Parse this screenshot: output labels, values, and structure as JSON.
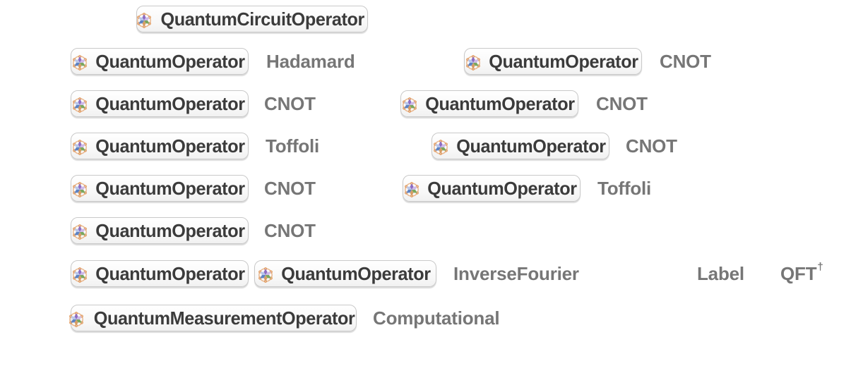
{
  "app": {
    "kind": "Wolfram Mathematica notebook code cell",
    "background": "#ffffff"
  },
  "colors": {
    "token_background": "#f7f7f7",
    "token_border": "#c9c9c9",
    "token_text": "#3b3b3b",
    "string_text": "#767676",
    "icon_ring": "#e6a876",
    "icon_petals": [
      "#8d6cc3",
      "#cdb9e8",
      "#79a75e",
      "#d69c63",
      "#5d83c4",
      "#b7c5ea"
    ]
  },
  "icons": {
    "paclet_badge": "quantum-paclet-icon"
  },
  "code": {
    "lines": [
      {
        "tokens": [
          {
            "kind": "head",
            "label": "QuantumCircuitOperator"
          }
        ]
      },
      {
        "tokens": [
          {
            "kind": "head",
            "label": "QuantumOperator"
          },
          {
            "kind": "string",
            "label": "Hadamard"
          },
          {
            "kind": "head",
            "label": "QuantumOperator"
          },
          {
            "kind": "string",
            "label": "CNOT"
          }
        ]
      },
      {
        "tokens": [
          {
            "kind": "head",
            "label": "QuantumOperator"
          },
          {
            "kind": "string",
            "label": "CNOT"
          },
          {
            "kind": "head",
            "label": "QuantumOperator"
          },
          {
            "kind": "string",
            "label": "CNOT"
          }
        ]
      },
      {
        "tokens": [
          {
            "kind": "head",
            "label": "QuantumOperator"
          },
          {
            "kind": "string",
            "label": "Toffoli"
          },
          {
            "kind": "head",
            "label": "QuantumOperator"
          },
          {
            "kind": "string",
            "label": "CNOT"
          }
        ]
      },
      {
        "tokens": [
          {
            "kind": "head",
            "label": "QuantumOperator"
          },
          {
            "kind": "string",
            "label": "CNOT"
          },
          {
            "kind": "head",
            "label": "QuantumOperator"
          },
          {
            "kind": "string",
            "label": "Toffoli"
          }
        ]
      },
      {
        "tokens": [
          {
            "kind": "head",
            "label": "QuantumOperator"
          },
          {
            "kind": "string",
            "label": "CNOT"
          }
        ]
      },
      {
        "tokens": [
          {
            "kind": "head",
            "label": "QuantumOperator"
          },
          {
            "kind": "head",
            "label": "QuantumOperator"
          },
          {
            "kind": "string",
            "label": "InverseFourier"
          },
          {
            "kind": "string",
            "label": "Label"
          },
          {
            "kind": "string",
            "label": "QFT",
            "superscript": "†"
          }
        ]
      },
      {
        "tokens": [
          {
            "kind": "head",
            "label": "QuantumMeasurementOperator"
          },
          {
            "kind": "string",
            "label": "Computational"
          }
        ]
      }
    ]
  }
}
